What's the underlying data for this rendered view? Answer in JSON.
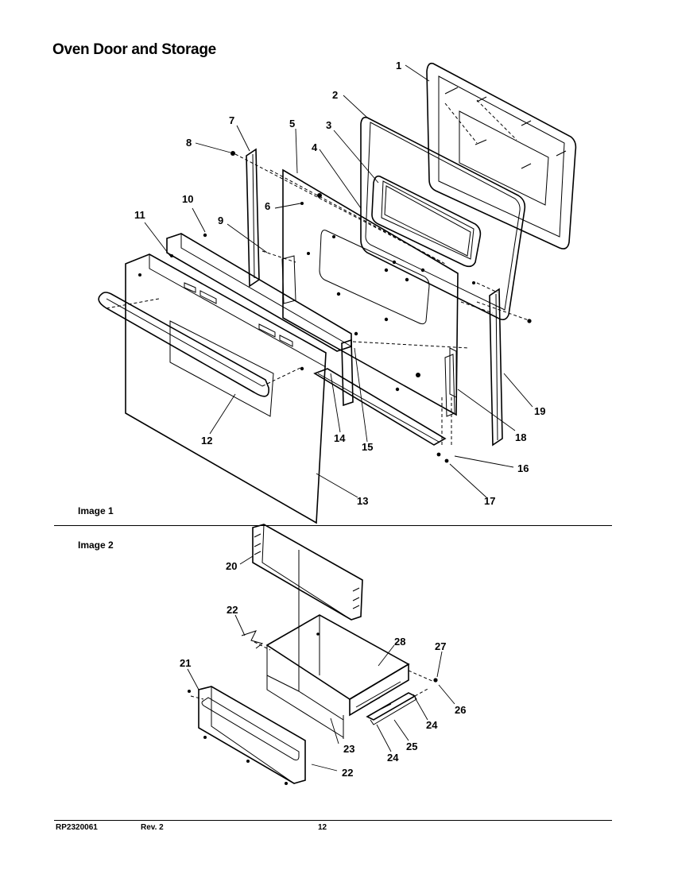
{
  "page": {
    "title": "Oven Door and Storage"
  },
  "sections": {
    "image1": "Image 1",
    "image2": "Image 2"
  },
  "footer": {
    "doc_number": "RP2320061",
    "revision": "Rev. 2",
    "page_number": "12"
  },
  "callouts": {
    "c1": "1",
    "c2": "2",
    "c3": "3",
    "c4": "4",
    "c5": "5",
    "c6": "6",
    "c7": "7",
    "c8": "8",
    "c9": "9",
    "c10": "10",
    "c11": "11",
    "c12": "12",
    "c13": "13",
    "c14": "14",
    "c15": "15",
    "c16": "16",
    "c17": "17",
    "c18": "18",
    "c19": "19",
    "c20": "20",
    "c21": "21",
    "c22a": "22",
    "c22b": "22",
    "c23": "23",
    "c24a": "24",
    "c24b": "24",
    "c25": "25",
    "c26": "26",
    "c27": "27",
    "c28": "28"
  }
}
